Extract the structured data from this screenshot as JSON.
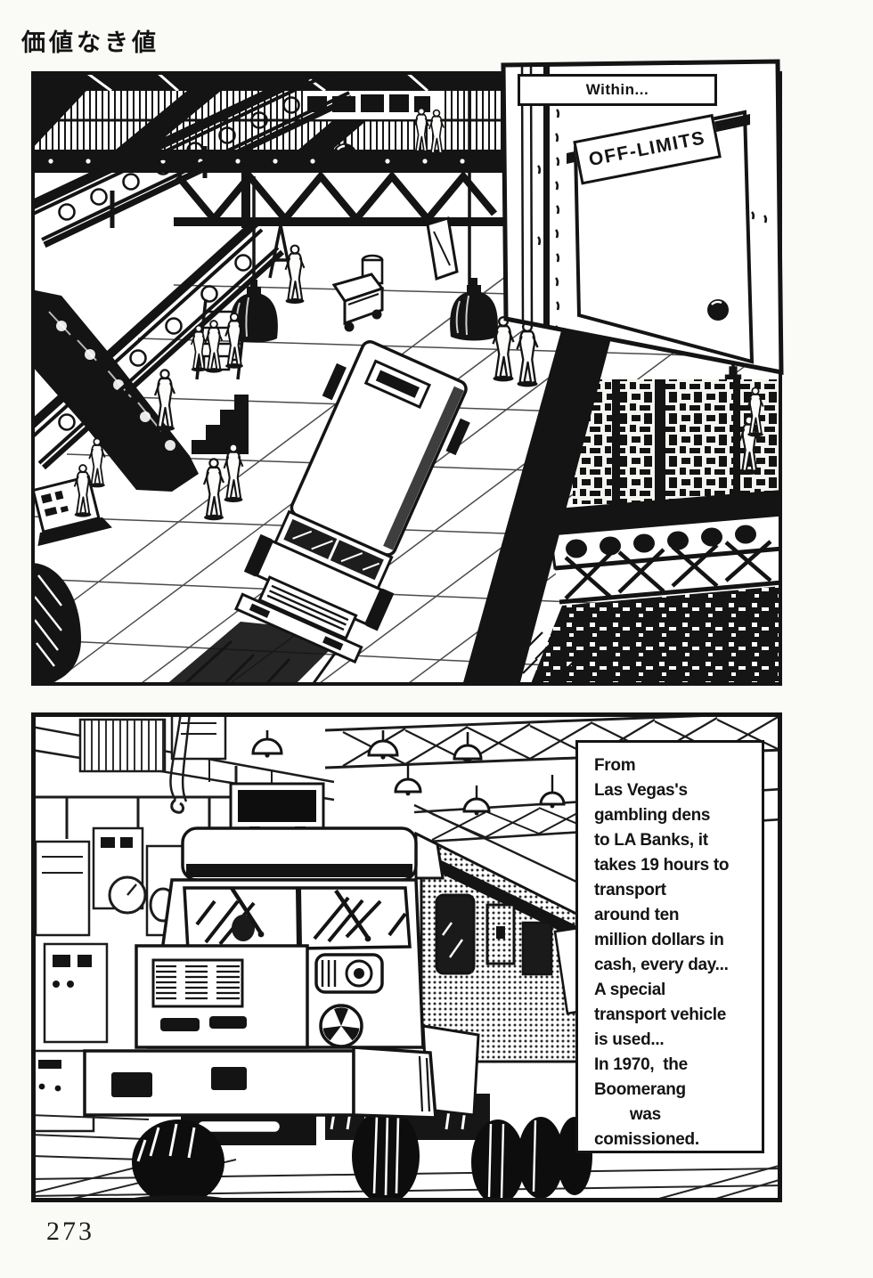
{
  "page": {
    "title_jp": "価値なき値",
    "page_number": "273",
    "ink_color": "#141414",
    "paper_color": "#fafaf7"
  },
  "panel_top": {
    "caption": "Within...",
    "door_sign": "OFF-LIMITS"
  },
  "panel_bottom": {
    "caption": "From\nLas Vegas's\ngambling dens\nto LA Banks, it\ntakes 19 hours to\ntransport\naround ten\nmillion dollars in\ncash, every day...\nA special\ntransport vehicle\nis used...\nIn 1970,  the\nBoomerang\n        was\ncomissioned."
  }
}
